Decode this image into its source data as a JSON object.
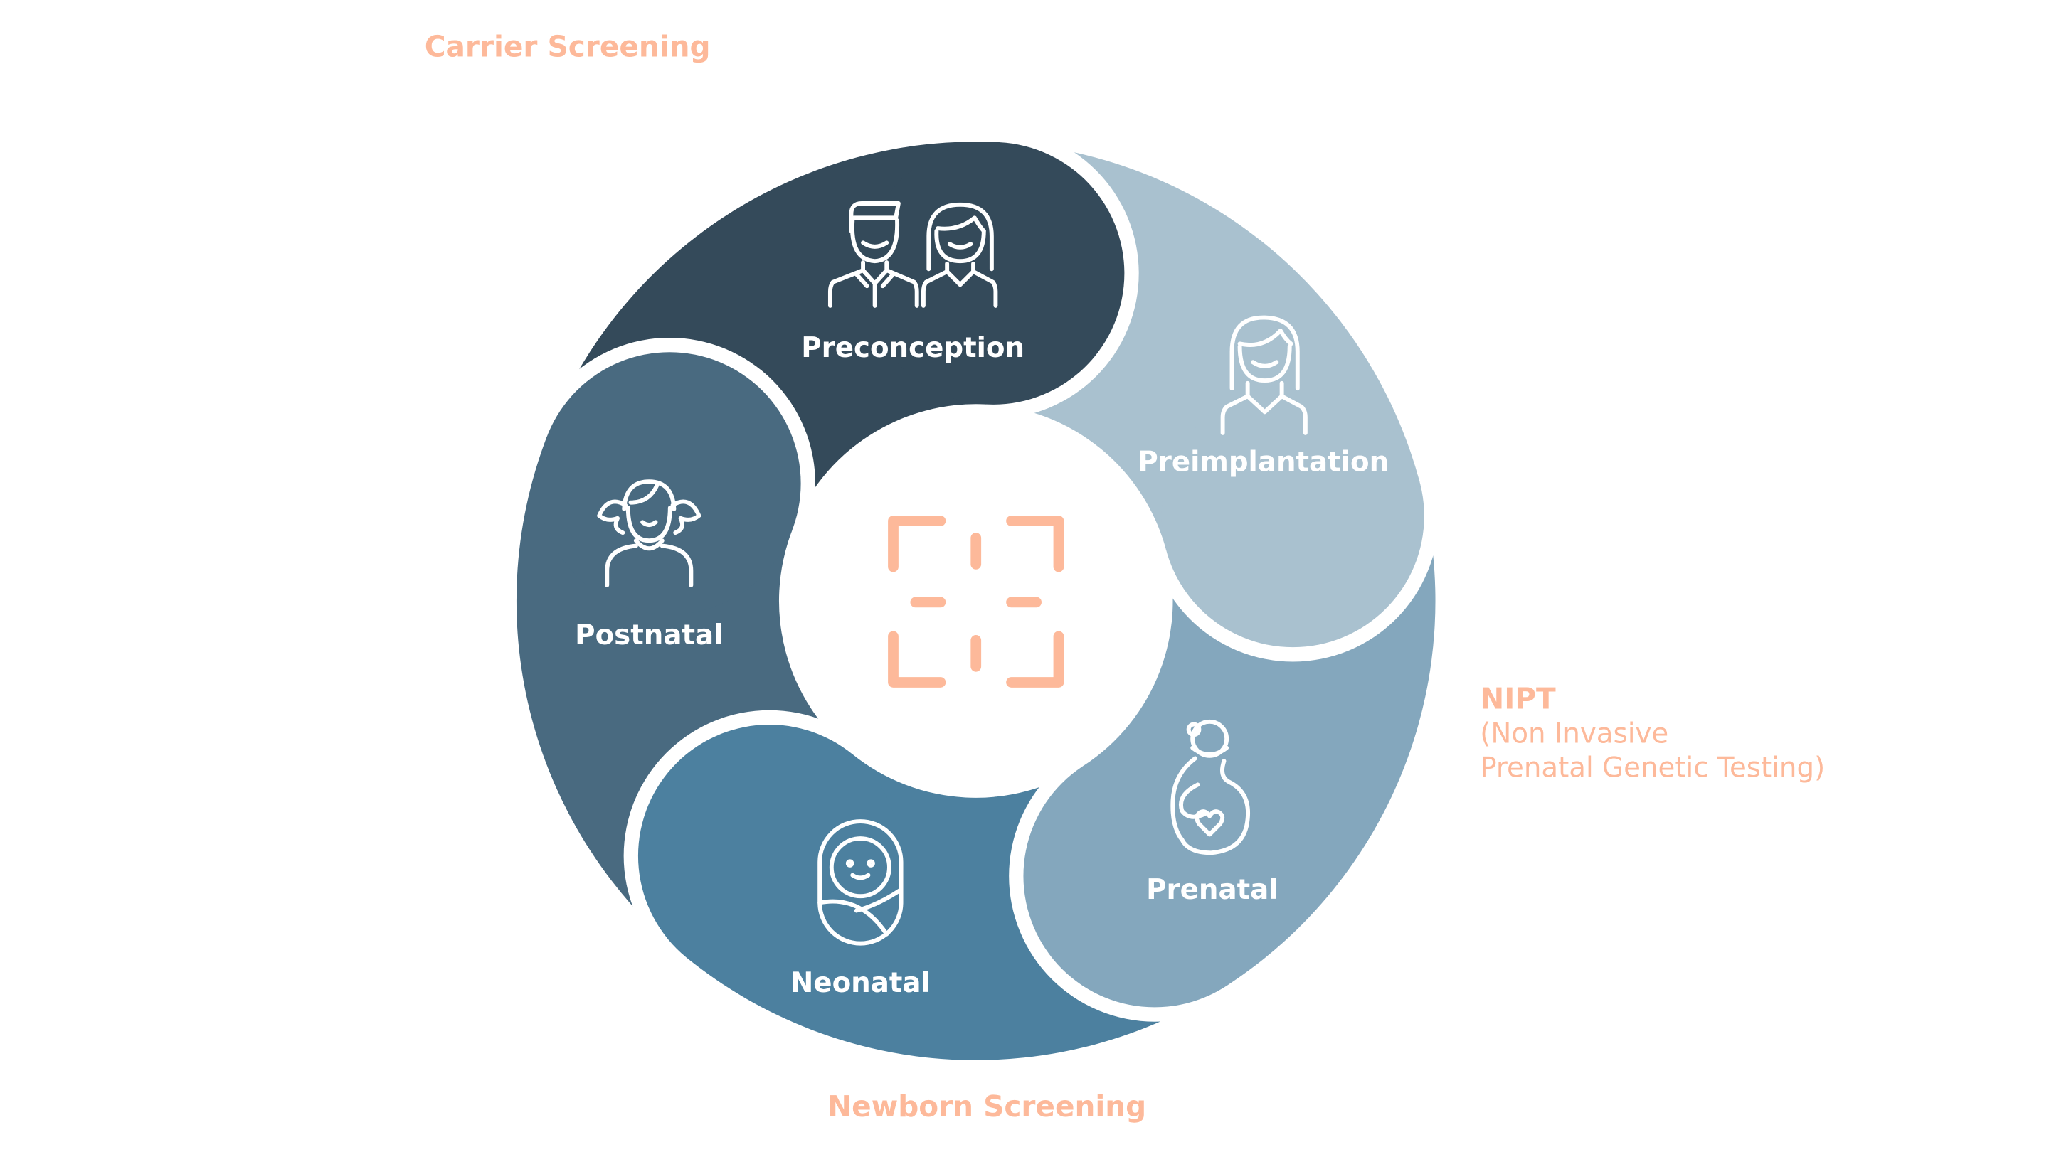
{
  "title_labels": {
    "carrier": "Carrier Screening",
    "newborn": "Newborn Screening",
    "nipt_title": "NIPT",
    "nipt_line1": "(Non Invasive",
    "nipt_line2": "Prenatal Genetic Testing)"
  },
  "stages": [
    {
      "label": "Preconception",
      "icon": "couple-icon",
      "color": "#344a5a"
    },
    {
      "label": "Preimplantation",
      "icon": "woman-icon",
      "color": "#a9c1cf"
    },
    {
      "label": "Prenatal",
      "icon": "pregnant-woman-icon",
      "color": "#84a7bd"
    },
    {
      "label": "Neonatal",
      "icon": "swaddled-baby-icon",
      "color": "#4c809f"
    },
    {
      "label": "Postnatal",
      "icon": "girl-icon",
      "color": "#496a80"
    }
  ],
  "center_icon": "scan-focus-icon",
  "accent_color": "#fdb99a"
}
